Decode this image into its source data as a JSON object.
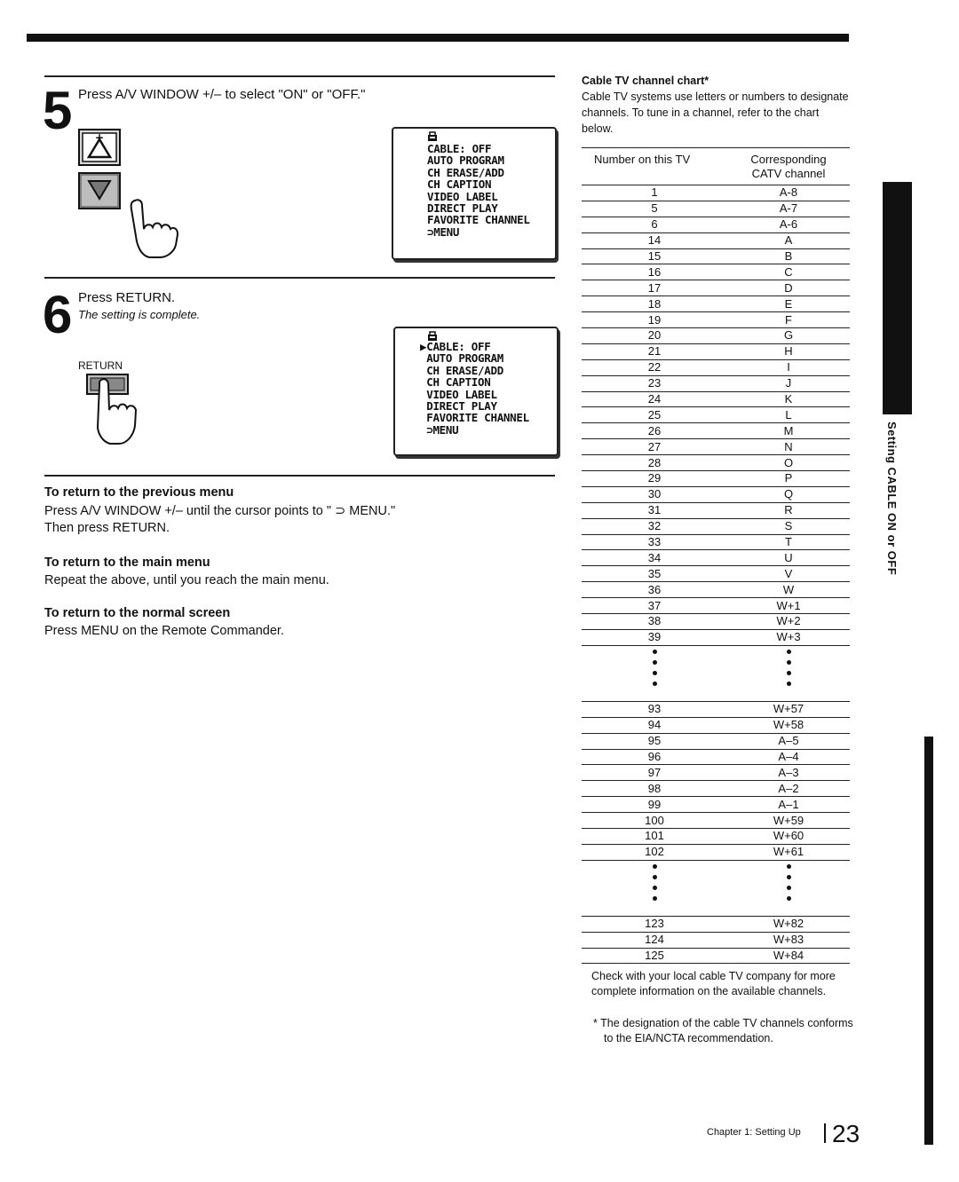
{
  "step5": {
    "number": "5",
    "text": "Press A/V WINDOW +/– to select \"ON\" or \"OFF.\""
  },
  "step6": {
    "number": "6",
    "text": "Press RETURN.",
    "note": "The setting is complete.",
    "return_label": "RETURN"
  },
  "osd1": {
    "lines": "CABLE: OFF\nAUTO PROGRAM\nCH ERASE/ADD\nCH CAPTION\nVIDEO LABEL\nDIRECT PLAY\nFAVORITE CHANNEL\n⊃MENU"
  },
  "osd2": {
    "lines": "▶CABLE: OFF\n AUTO PROGRAM\n CH ERASE/ADD\n CH CAPTION\n VIDEO LABEL\n DIRECT PLAY\n FAVORITE CHANNEL\n ⊃MENU"
  },
  "sections": {
    "prev_title": "To return to the previous menu",
    "prev_body1": "Press A/V WINDOW +/– until the cursor points to \" ⊃ MENU.\"",
    "prev_body2": "Then press RETURN.",
    "main_title": "To return to the main menu",
    "main_body": "Repeat the above, until you reach the main menu.",
    "normal_title": "To return to the normal screen",
    "normal_body": "Press MENU on the Remote Commander."
  },
  "chart": {
    "title": "Cable TV channel chart*",
    "intro": "Cable TV systems use letters or numbers to designate channels. To tune in a channel, refer to the chart below.",
    "col1": "Number on this TV",
    "col2a": "Corresponding",
    "col2b": "CATV channel",
    "rows_a": [
      [
        "1",
        "A-8"
      ],
      [
        "5",
        "A-7"
      ],
      [
        "6",
        "A-6"
      ],
      [
        "14",
        "A"
      ],
      [
        "15",
        "B"
      ],
      [
        "16",
        "C"
      ],
      [
        "17",
        "D"
      ],
      [
        "18",
        "E"
      ],
      [
        "19",
        "F"
      ],
      [
        "20",
        "G"
      ],
      [
        "21",
        "H"
      ],
      [
        "22",
        "I"
      ],
      [
        "23",
        "J"
      ],
      [
        "24",
        "K"
      ],
      [
        "25",
        "L"
      ],
      [
        "26",
        "M"
      ],
      [
        "27",
        "N"
      ],
      [
        "28",
        "O"
      ],
      [
        "29",
        "P"
      ],
      [
        "30",
        "Q"
      ],
      [
        "31",
        "R"
      ],
      [
        "32",
        "S"
      ],
      [
        "33",
        "T"
      ],
      [
        "34",
        "U"
      ],
      [
        "35",
        "V"
      ],
      [
        "36",
        "W"
      ],
      [
        "37",
        "W+1"
      ],
      [
        "38",
        "W+2"
      ],
      [
        "39",
        "W+3"
      ]
    ],
    "rows_b": [
      [
        "93",
        "W+57"
      ],
      [
        "94",
        "W+58"
      ],
      [
        "95",
        "A–5"
      ],
      [
        "96",
        "A–4"
      ],
      [
        "97",
        "A–3"
      ],
      [
        "98",
        "A–2"
      ],
      [
        "99",
        "A–1"
      ],
      [
        "100",
        "W+59"
      ],
      [
        "101",
        "W+60"
      ],
      [
        "102",
        "W+61"
      ]
    ],
    "rows_c": [
      [
        "123",
        "W+82"
      ],
      [
        "124",
        "W+83"
      ],
      [
        "125",
        "W+84"
      ]
    ],
    "note1": "Check with your local cable TV company for more complete information on the available channels.",
    "note2": "* The designation of the cable TV channels conforms to the EIA/NCTA recommendation."
  },
  "side_tab": "Setting CABLE ON or OFF",
  "footer": {
    "chapter": "Chapter 1: Setting Up",
    "page": "23"
  }
}
